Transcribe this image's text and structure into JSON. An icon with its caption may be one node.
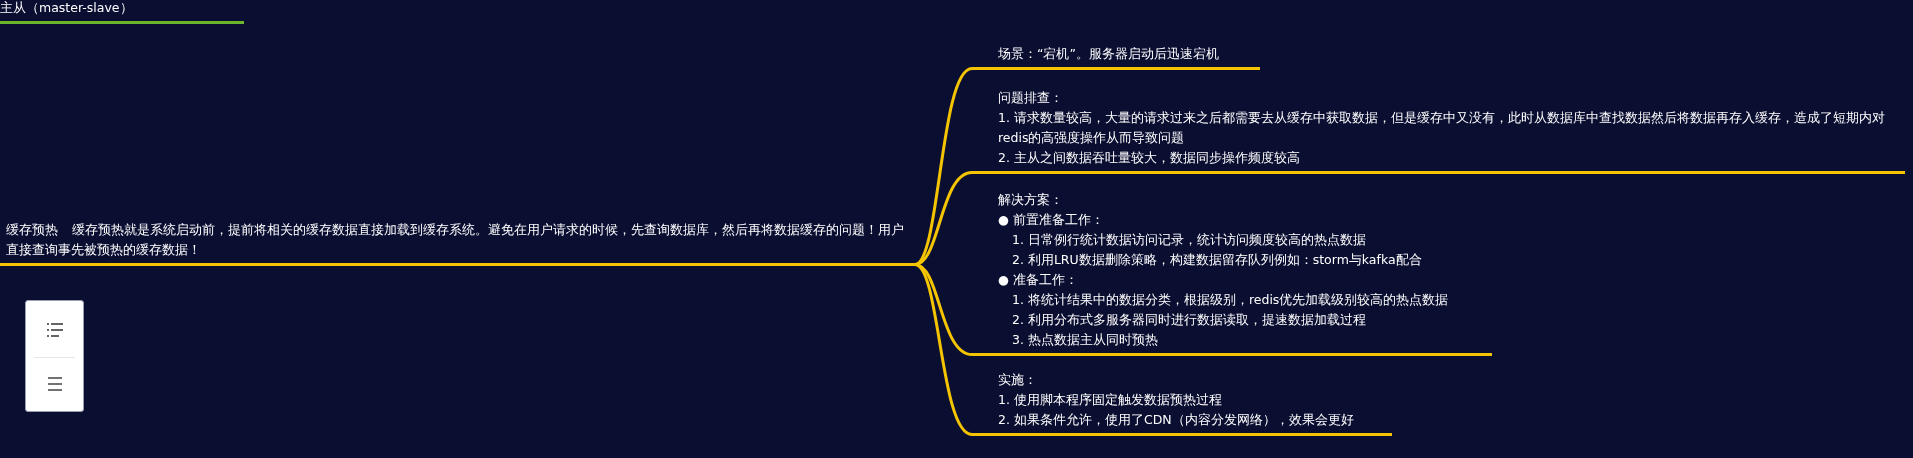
{
  "diagram": {
    "nodes": [
      {
        "text": [
          "主从（master-slave）"
        ]
      },
      {
        "text": [
          "缓存预热",
          "缓存预热就是系统启动前，提前将相关的缓存数据直接加载到缓存系统。避免在用户请求的时候，先查询数据库，然后再将数据缓存的问题！用户直接查询事先被预热的缓存数据！"
        ]
      },
      {
        "text": [
          "场景：“宕机”。服务器启动后迅速宕机"
        ]
      },
      {
        "text": [
          "问题排查：",
          "1. 请求数量较高，大量的请求过来之后都需要去从缓存中获取数据，但是缓存中又没有，此时从数据库中查找数据然后将数据再存入缓存，造成了短期内对redis的高强度操作从而导致问题",
          "2. 主从之间数据吞吐量较大，数据同步操作频度较高"
        ]
      },
      {
        "text": [
          "解决方案：",
          "● 前置准备工作：",
          "1.  日常例行统计数据访问记录，统计访问频度较高的热点数据",
          "2.  利用LRU数据删除策略，构建数据留存队列例如：storm与kafka配合",
          "● 准备工作：",
          "1.  将统计结果中的数据分类，根据级别，redis优先加载级别较高的热点数据",
          "2.  利用分布式多服务器同时进行数据读取，提速数据加载过程",
          "3.  热点数据主从同时预热"
        ]
      },
      {
        "text": [
          "实施：",
          "1. 使用脚本程序固定触发数据预热过程",
          "2. 如果条件允许，使用了CDN（内容分发网络），效果会更好"
        ]
      }
    ],
    "edges": [
      {
        "from": 1,
        "to": 2,
        "arrow": "none"
      },
      {
        "from": 1,
        "to": 3,
        "arrow": "none"
      },
      {
        "from": 1,
        "to": 4,
        "arrow": "none"
      },
      {
        "from": 1,
        "to": 5,
        "arrow": "none"
      }
    ]
  }
}
